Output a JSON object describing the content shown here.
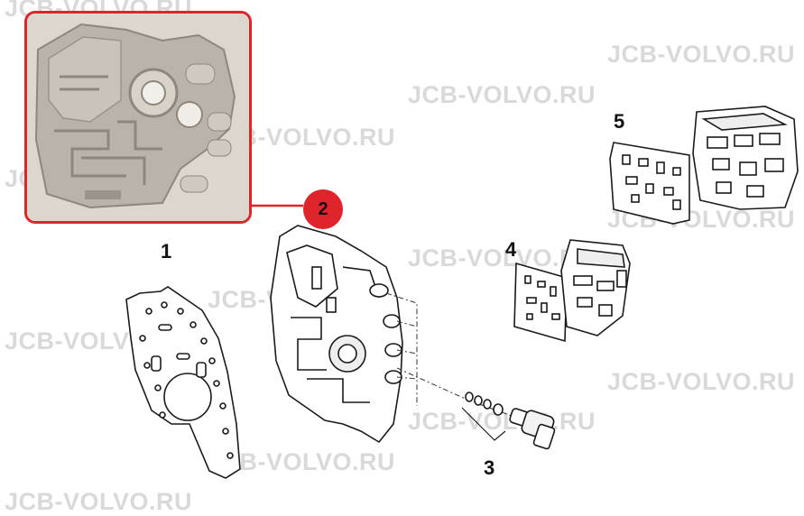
{
  "watermark": {
    "text": "JCB-VOLVO.RU",
    "color": "#d9d9d9"
  },
  "callouts": {
    "gasket": "1",
    "cover": "2",
    "solenoid": "3",
    "plate_small": "4",
    "plate_large": "5"
  },
  "colors": {
    "accent": "#e0242b",
    "photo_bg": "#dcd6cf",
    "line": "#1a1a1a"
  }
}
